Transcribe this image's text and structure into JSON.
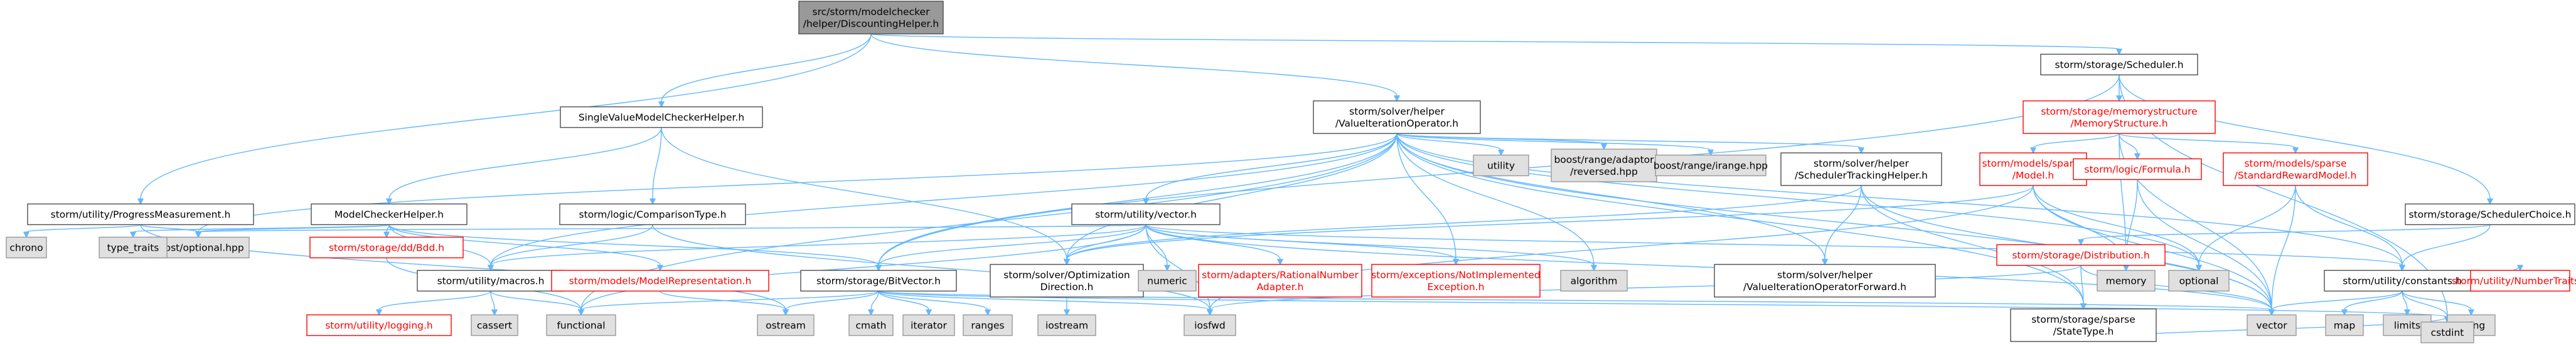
{
  "colors": {
    "edge": "#63b8ff",
    "node_border": "#4d4d4d",
    "node_fill": "#ffffff",
    "root_fill": "#999999",
    "external_fill": "#e0e0e0",
    "external_border": "#999999",
    "text": "#000000",
    "missing_text": "#ff0000"
  },
  "nodes": [
    {
      "id": "root",
      "lines": [
        "src/storm/modelchecker",
        "/helper/DiscountingHelper.h"
      ],
      "style": "root"
    },
    {
      "id": "progress",
      "lines": [
        "storm/utility/ProgressMeasurement.h"
      ],
      "style": "normal"
    },
    {
      "id": "svmch",
      "lines": [
        "SingleValueModelCheckerHelper.h"
      ],
      "style": "normal"
    },
    {
      "id": "vio",
      "lines": [
        "storm/solver/helper",
        "/ValueIterationOperator.h"
      ],
      "style": "normal"
    },
    {
      "id": "scheduler",
      "lines": [
        "storm/storage/Scheduler.h"
      ],
      "style": "normal"
    },
    {
      "id": "chrono",
      "lines": [
        "chrono"
      ],
      "style": "external"
    },
    {
      "id": "boostopt",
      "lines": [
        "boost/optional.hpp"
      ],
      "style": "external"
    },
    {
      "id": "mch",
      "lines": [
        "ModelCheckerHelper.h"
      ],
      "style": "normal"
    },
    {
      "id": "comptype",
      "lines": [
        "storm/logic/ComparisonType.h"
      ],
      "style": "normal"
    },
    {
      "id": "memstruct",
      "lines": [
        "storm/storage/memorystructure",
        "/MemoryStructure.h"
      ],
      "style": "missing"
    },
    {
      "id": "schedchoice",
      "lines": [
        "storm/storage/SchedulerChoice.h"
      ],
      "style": "normal"
    },
    {
      "id": "typetraits",
      "lines": [
        "type_traits"
      ],
      "style": "external"
    },
    {
      "id": "storagedd",
      "lines": [
        "storm/storage/dd/Bdd.h"
      ],
      "style": "missing"
    },
    {
      "id": "macros",
      "lines": [
        "storm/utility/macros.h"
      ],
      "style": "normal"
    },
    {
      "id": "modelrep",
      "lines": [
        "storm/models/ModelRepresentation.h"
      ],
      "style": "missing"
    },
    {
      "id": "utilvector",
      "lines": [
        "storm/utility/vector.h"
      ],
      "style": "normal"
    },
    {
      "id": "utility",
      "lines": [
        "utility"
      ],
      "style": "external"
    },
    {
      "id": "reversed",
      "lines": [
        "boost/range/adaptor",
        "/reversed.hpp"
      ],
      "style": "external"
    },
    {
      "id": "irange",
      "lines": [
        "boost/range/irange.hpp"
      ],
      "style": "external"
    },
    {
      "id": "schedtrack",
      "lines": [
        "storm/solver/helper",
        "/SchedulerTrackingHelper.h"
      ],
      "style": "normal"
    },
    {
      "id": "sparsemodel",
      "lines": [
        "storm/models/sparse",
        "/Model.h"
      ],
      "style": "missing"
    },
    {
      "id": "formula",
      "lines": [
        "storm/logic/Formula.h"
      ],
      "style": "missing"
    },
    {
      "id": "stdreward",
      "lines": [
        "storm/models/sparse",
        "/StandardRewardModel.h"
      ],
      "style": "missing"
    },
    {
      "id": "cassert",
      "lines": [
        "cassert"
      ],
      "style": "external"
    },
    {
      "id": "logging",
      "lines": [
        "storm/utility/logging.h"
      ],
      "style": "missing"
    },
    {
      "id": "functional",
      "lines": [
        "functional"
      ],
      "style": "external"
    },
    {
      "id": "ostream",
      "lines": [
        "ostream"
      ],
      "style": "external"
    },
    {
      "id": "bitvector",
      "lines": [
        "storm/storage/BitVector.h"
      ],
      "style": "normal"
    },
    {
      "id": "optdir",
      "lines": [
        "storm/solver/Optimization",
        "Direction.h"
      ],
      "style": "normal"
    },
    {
      "id": "iostream",
      "lines": [
        "iostream"
      ],
      "style": "external"
    },
    {
      "id": "numeric",
      "lines": [
        "numeric"
      ],
      "style": "external"
    },
    {
      "id": "ratnum",
      "lines": [
        "storm/adapters/RationalNumber",
        "Adapter.h"
      ],
      "style": "missing"
    },
    {
      "id": "notimpl",
      "lines": [
        "storm/exceptions/NotImplemented",
        "Exception.h"
      ],
      "style": "missing"
    },
    {
      "id": "algorithm",
      "lines": [
        "algorithm"
      ],
      "style": "external"
    },
    {
      "id": "viofwd",
      "lines": [
        "storm/solver/helper",
        "/ValueIterationOperatorForward.h"
      ],
      "style": "normal"
    },
    {
      "id": "distribution",
      "lines": [
        "storm/storage/Distribution.h"
      ],
      "style": "missing"
    },
    {
      "id": "memory",
      "lines": [
        "memory"
      ],
      "style": "external"
    },
    {
      "id": "optional",
      "lines": [
        "optional"
      ],
      "style": "external"
    },
    {
      "id": "constants",
      "lines": [
        "storm/utility/constants.h"
      ],
      "style": "normal"
    },
    {
      "id": "cmath",
      "lines": [
        "cmath"
      ],
      "style": "external"
    },
    {
      "id": "iterator",
      "lines": [
        "iterator"
      ],
      "style": "external"
    },
    {
      "id": "ranges",
      "lines": [
        "ranges"
      ],
      "style": "external"
    },
    {
      "id": "iosfwd",
      "lines": [
        "iosfwd"
      ],
      "style": "external"
    },
    {
      "id": "statetype",
      "lines": [
        "storm/storage/sparse",
        "/StateType.h"
      ],
      "style": "normal"
    },
    {
      "id": "vector",
      "lines": [
        "vector"
      ],
      "style": "external"
    },
    {
      "id": "map",
      "lines": [
        "map"
      ],
      "style": "external"
    },
    {
      "id": "limits",
      "lines": [
        "limits"
      ],
      "style": "external"
    },
    {
      "id": "string",
      "lines": [
        "string"
      ],
      "style": "external"
    },
    {
      "id": "numtraits",
      "lines": [
        "storm/utility/NumberTraits.h"
      ],
      "style": "missing"
    },
    {
      "id": "cstdint",
      "lines": [
        "cstdint"
      ],
      "style": "external"
    }
  ],
  "edges": [
    [
      "root",
      "progress"
    ],
    [
      "root",
      "svmch"
    ],
    [
      "root",
      "vio"
    ],
    [
      "root",
      "scheduler"
    ],
    [
      "progress",
      "chrono"
    ],
    [
      "progress",
      "boostopt"
    ],
    [
      "progress",
      "ostream"
    ],
    [
      "svmch",
      "mch"
    ],
    [
      "svmch",
      "comptype"
    ],
    [
      "svmch",
      "optdir"
    ],
    [
      "mch",
      "typetraits"
    ],
    [
      "mch",
      "boostopt"
    ],
    [
      "mch",
      "storagedd"
    ],
    [
      "mch",
      "modelrep"
    ],
    [
      "mch",
      "macros"
    ],
    [
      "mch",
      "bitvector"
    ],
    [
      "storagedd",
      "functional"
    ],
    [
      "macros",
      "logging"
    ],
    [
      "macros",
      "cassert"
    ],
    [
      "macros",
      "functional"
    ],
    [
      "modelrep",
      "ostream"
    ],
    [
      "comptype",
      "macros"
    ],
    [
      "comptype",
      "iosfwd"
    ],
    [
      "vio",
      "utility"
    ],
    [
      "vio",
      "reversed"
    ],
    [
      "vio",
      "irange"
    ],
    [
      "vio",
      "utilvector"
    ],
    [
      "vio",
      "schedtrack"
    ],
    [
      "vio",
      "viofwd"
    ],
    [
      "vio",
      "optional"
    ],
    [
      "vio",
      "vector"
    ],
    [
      "vio",
      "bitvector"
    ],
    [
      "vio",
      "functional"
    ],
    [
      "vio",
      "macros"
    ],
    [
      "vio",
      "algorithm"
    ],
    [
      "vio",
      "constants"
    ],
    [
      "vio",
      "statetype"
    ],
    [
      "vio",
      "optdir"
    ],
    [
      "vio",
      "notimpl"
    ],
    [
      "vio",
      "boostopt"
    ],
    [
      "utilvector",
      "boostopt"
    ],
    [
      "utilvector",
      "numeric"
    ],
    [
      "utilvector",
      "ratnum"
    ],
    [
      "utilvector",
      "notimpl"
    ],
    [
      "utilvector",
      "algorithm"
    ],
    [
      "utilvector",
      "bitvector"
    ],
    [
      "utilvector",
      "optdir"
    ],
    [
      "utilvector",
      "macros"
    ],
    [
      "utilvector",
      "constants"
    ],
    [
      "utilvector",
      "functional"
    ],
    [
      "utilvector",
      "iosfwd"
    ],
    [
      "utilvector",
      "vector"
    ],
    [
      "schedtrack",
      "optdir"
    ],
    [
      "schedtrack",
      "vector"
    ],
    [
      "schedtrack",
      "statetype"
    ],
    [
      "schedtrack",
      "viofwd"
    ],
    [
      "bitvector",
      "functional"
    ],
    [
      "bitvector",
      "ostream"
    ],
    [
      "bitvector",
      "cmath"
    ],
    [
      "bitvector",
      "iterator"
    ],
    [
      "bitvector",
      "ranges"
    ],
    [
      "bitvector",
      "iosfwd"
    ],
    [
      "bitvector",
      "cstdint"
    ],
    [
      "bitvector",
      "vector"
    ],
    [
      "optdir",
      "iostream"
    ],
    [
      "scheduler",
      "memstruct"
    ],
    [
      "scheduler",
      "schedchoice"
    ],
    [
      "scheduler",
      "bitvector"
    ],
    [
      "scheduler",
      "cstdint"
    ],
    [
      "memstruct",
      "sparsemodel"
    ],
    [
      "memstruct",
      "formula"
    ],
    [
      "memstruct",
      "stdreward"
    ],
    [
      "memstruct",
      "vector"
    ],
    [
      "memstruct",
      "memory"
    ],
    [
      "sparsemodel",
      "memory"
    ],
    [
      "sparsemodel",
      "vector"
    ],
    [
      "sparsemodel",
      "optional"
    ],
    [
      "sparsemodel",
      "iosfwd"
    ],
    [
      "sparsemodel",
      "optdir"
    ],
    [
      "formula",
      "memory"
    ],
    [
      "formula",
      "vector"
    ],
    [
      "stdreward",
      "optional"
    ],
    [
      "stdreward",
      "vector"
    ],
    [
      "stdreward",
      "constants"
    ],
    [
      "schedchoice",
      "distribution"
    ],
    [
      "schedchoice",
      "constants"
    ],
    [
      "distribution",
      "vector"
    ],
    [
      "distribution",
      "iosfwd"
    ],
    [
      "distribution",
      "statetype"
    ],
    [
      "constants",
      "map"
    ],
    [
      "constants",
      "limits"
    ],
    [
      "constants",
      "string"
    ],
    [
      "constants",
      "vector"
    ],
    [
      "constants",
      "numtraits"
    ],
    [
      "constants",
      "cstdint"
    ],
    [
      "statetype",
      "cstdint"
    ]
  ]
}
